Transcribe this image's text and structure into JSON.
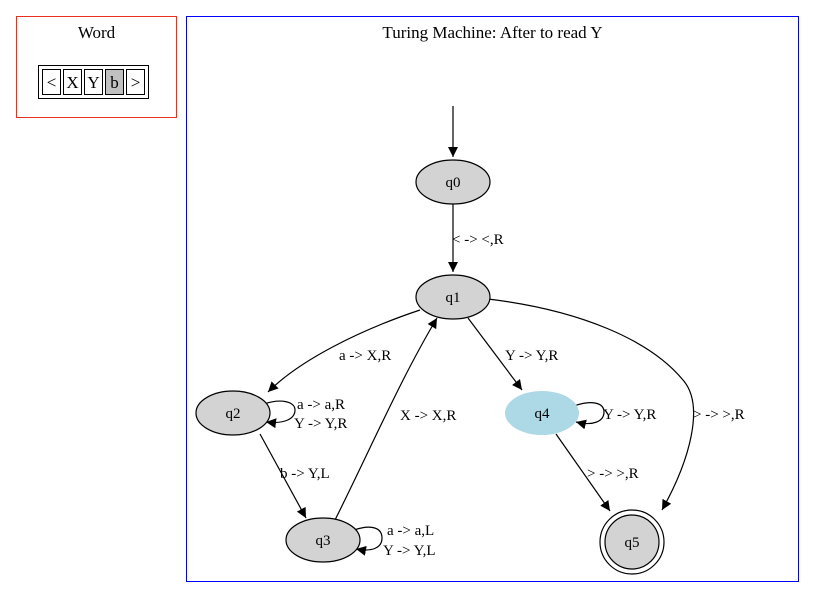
{
  "word": {
    "title": "Word",
    "cells": [
      "<",
      "X",
      "Y",
      "b",
      ">"
    ],
    "head_index": 3,
    "head_color": "#c0c0c0"
  },
  "machine": {
    "title": "Turing Machine: After to read Y",
    "states": {
      "q0": "q0",
      "q1": "q1",
      "q2": "q2",
      "q3": "q3",
      "q4": "q4",
      "q5": "q5"
    },
    "current_state": "q4",
    "final_state": "q5",
    "transitions": {
      "q0_q1": "< -> <,R",
      "q1_q2": "a -> X,R",
      "q1_q4": "Y -> Y,R",
      "q1_q5": "> -> >,R",
      "q2_loop_a": "a -> a,R",
      "q2_loop_b": "Y -> Y,R",
      "q2_q3": "b -> Y,L",
      "q3_q1": "X -> X,R",
      "q3_loop_a": "a -> a,L",
      "q3_loop_b": "Y -> Y,L",
      "q4_loop": "Y -> Y,R",
      "q4_q5": "> -> >,R"
    }
  },
  "colors": {
    "word_border": "#e8301c",
    "machine_border": "#0000ff",
    "state_fill": "#d3d3d3",
    "current_fill": "#add8e6"
  }
}
